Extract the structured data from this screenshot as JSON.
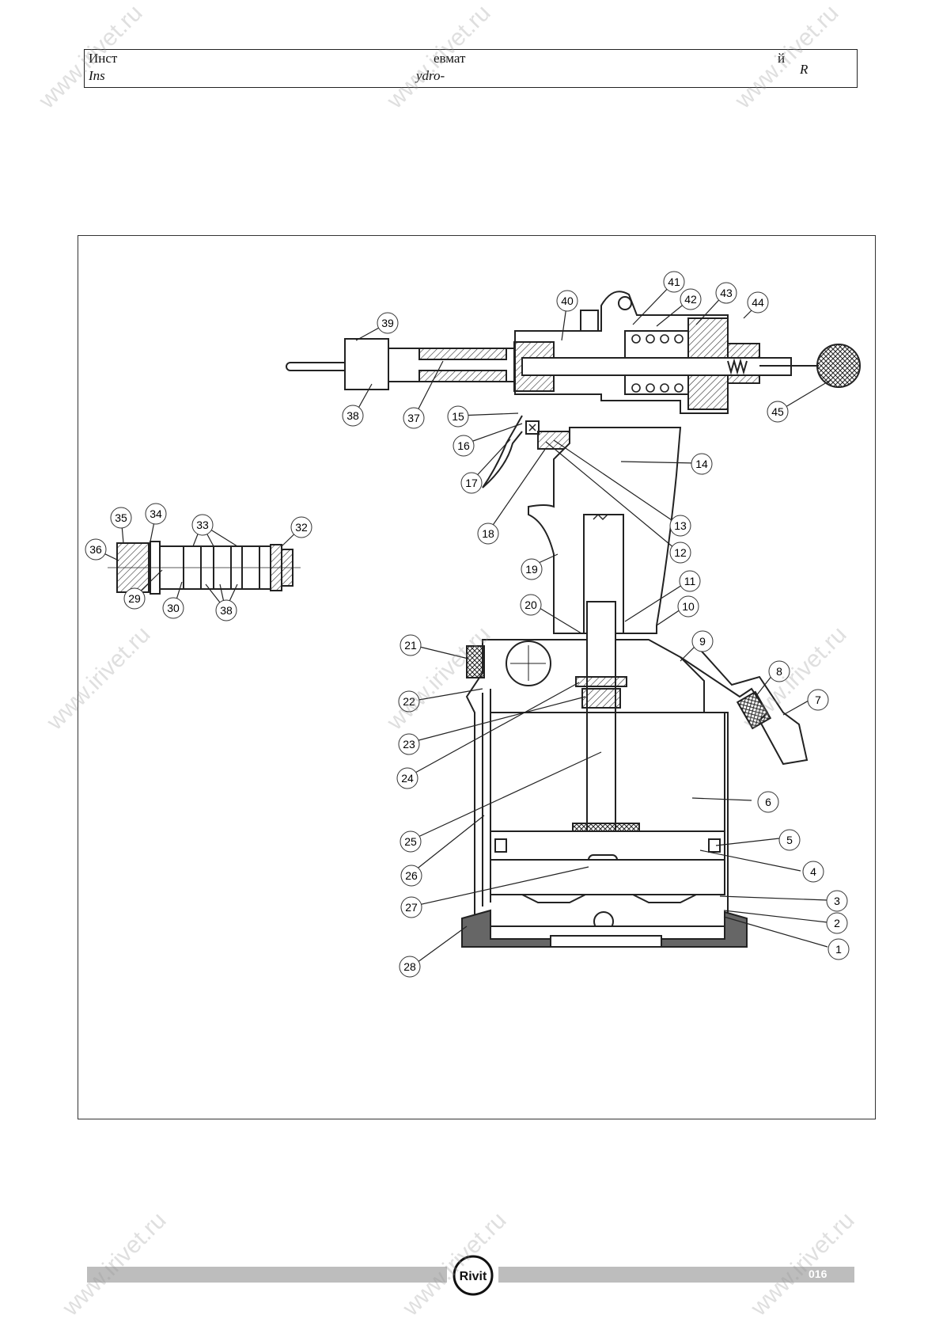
{
  "header": {
    "cell1_ru": "Инст",
    "cell1_en": "Ins",
    "cell2_ru": "евмат",
    "cell2_en": "ydro-",
    "cell3_ru": "й",
    "cell3_en": "R"
  },
  "watermark_text": "www.irivet.ru",
  "logo_text": "Rivit",
  "page_number": "016",
  "callouts": [
    "1",
    "2",
    "3",
    "4",
    "5",
    "6",
    "7",
    "8",
    "9",
    "10",
    "11",
    "12",
    "13",
    "14",
    "15",
    "16",
    "17",
    "18",
    "19",
    "20",
    "21",
    "22",
    "23",
    "24",
    "25",
    "26",
    "27",
    "28",
    "29",
    "30",
    "32",
    "33",
    "34",
    "35",
    "36",
    "37",
    "38",
    "39",
    "40",
    "41",
    "42",
    "43",
    "44",
    "45"
  ]
}
